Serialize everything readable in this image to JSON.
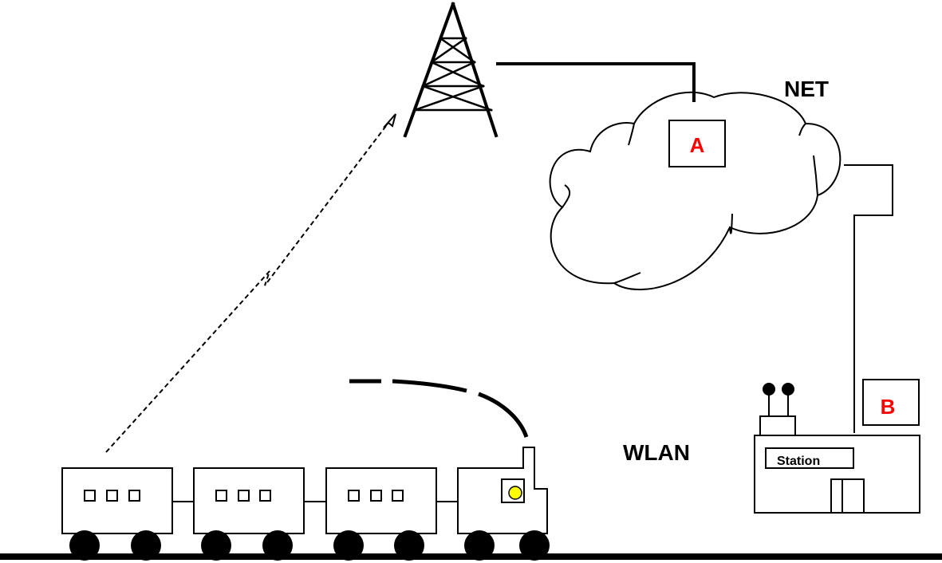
{
  "labels": {
    "net": "NET",
    "wlan": "WLAN",
    "station": "Station",
    "box_a": "A",
    "box_b": "B"
  },
  "colors": {
    "line": "#000000",
    "box_label": "#ff0000",
    "lamp": "#ffff00",
    "background": "#ffffff"
  },
  "icons": {
    "tower": "radio-tower-icon",
    "cloud": "network-cloud-icon",
    "train": "train-icon",
    "station": "station-building-icon"
  }
}
